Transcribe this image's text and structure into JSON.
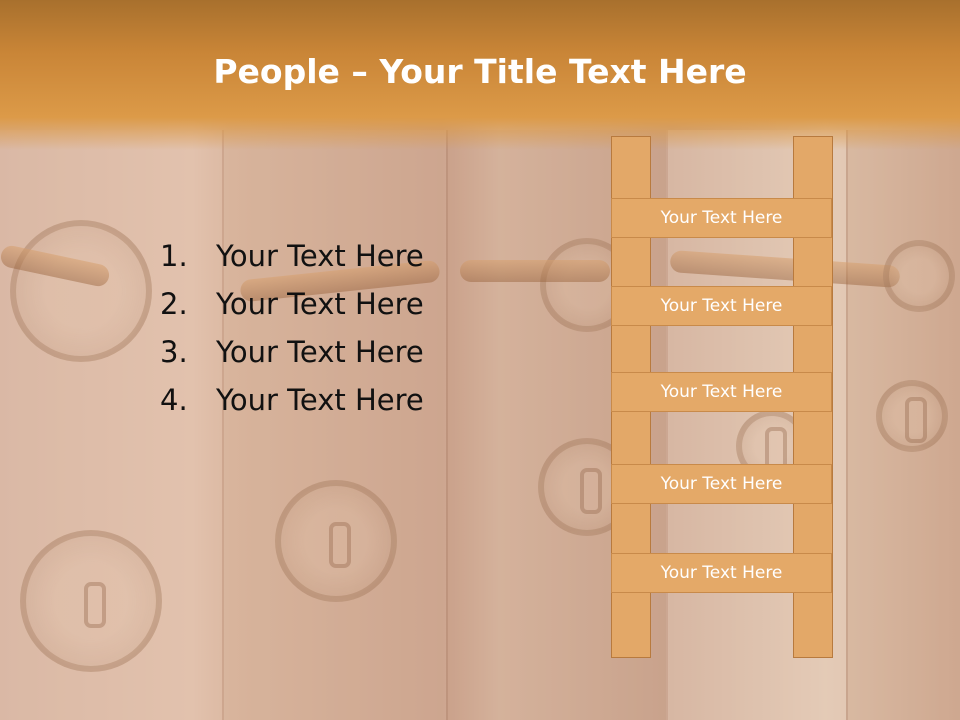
{
  "title": {
    "bold": "People",
    "rest": " – Your Title Text Here"
  },
  "list": [
    {
      "num": "1.",
      "text": "Your Text Here"
    },
    {
      "num": "2.",
      "text": "Your Text Here"
    },
    {
      "num": "3.",
      "text": "Your Text Here"
    },
    {
      "num": "4.",
      "text": "Your Text Here"
    }
  ],
  "ladder": {
    "rungs": [
      "Your Text Here",
      "Your Text Here",
      "Your Text Here",
      "Your Text Here",
      "Your Text Here"
    ]
  },
  "colors": {
    "header": "#d08c3c",
    "ladder_fill": "#e3a868",
    "title_text": "#ffffff",
    "body_text": "#111111"
  }
}
